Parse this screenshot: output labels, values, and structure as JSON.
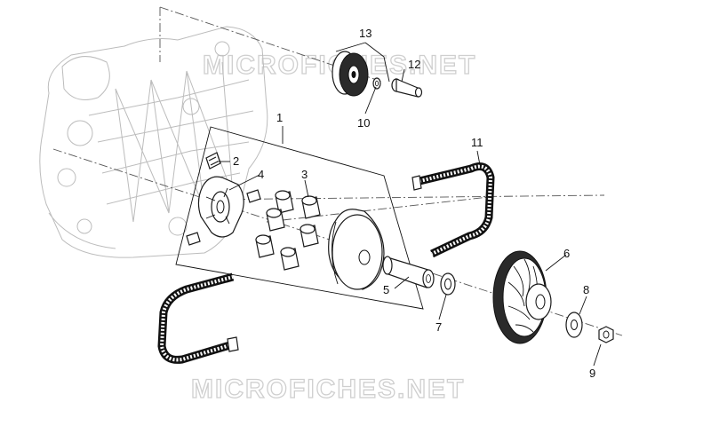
{
  "watermark": {
    "top": "MICROFICHES.NET",
    "bottom": "MICROFICHES.NET"
  },
  "callouts": [
    {
      "id": "1",
      "text": "1"
    },
    {
      "id": "2",
      "text": "2"
    },
    {
      "id": "3",
      "text": "3"
    },
    {
      "id": "4",
      "text": "4"
    },
    {
      "id": "5",
      "text": "5"
    },
    {
      "id": "6",
      "text": "6"
    },
    {
      "id": "7",
      "text": "7"
    },
    {
      "id": "8",
      "text": "8"
    },
    {
      "id": "9",
      "text": "9"
    },
    {
      "id": "10",
      "text": "10"
    },
    {
      "id": "11",
      "text": "11"
    },
    {
      "id": "12",
      "text": "12"
    },
    {
      "id": "13",
      "text": "13"
    }
  ]
}
